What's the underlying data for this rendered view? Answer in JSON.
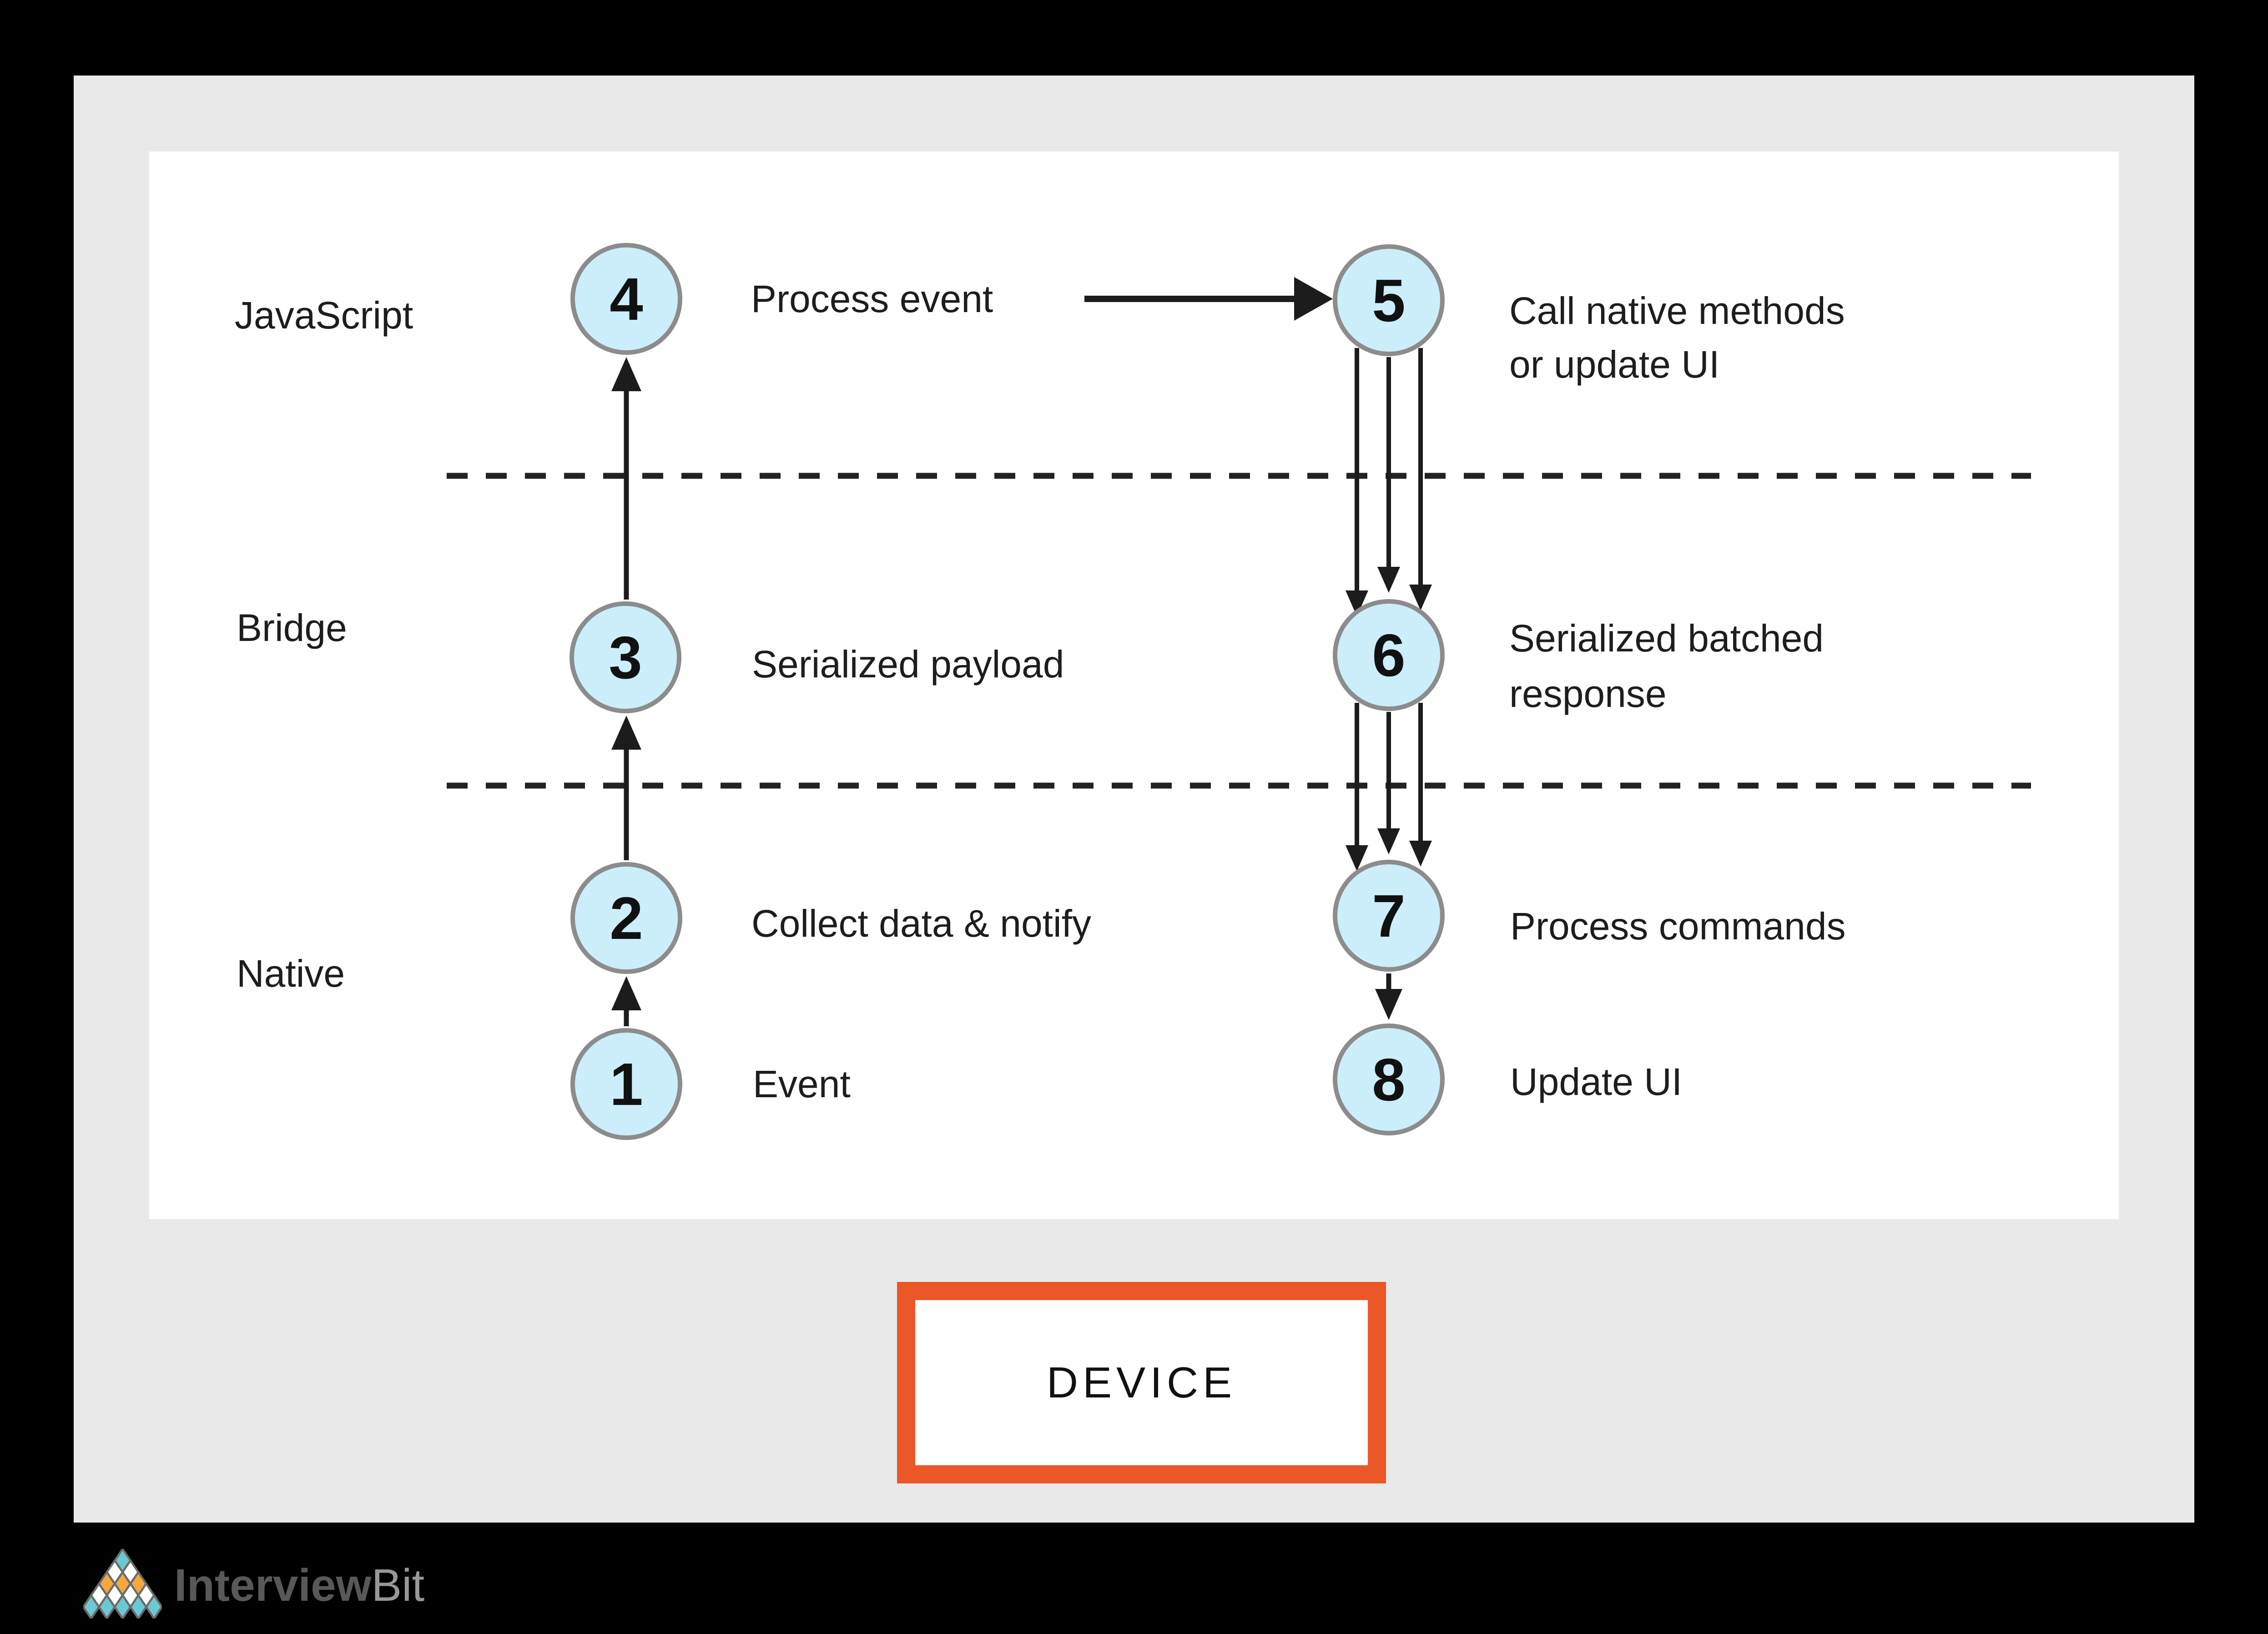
{
  "page": {
    "background": "#000000",
    "mat_color": "#E9E9E9",
    "panel_color": "#FFFFFF"
  },
  "diagram": {
    "lanes": [
      {
        "label": "JavaScript"
      },
      {
        "label": "Bridge"
      },
      {
        "label": "Native"
      }
    ],
    "nodes": {
      "n1": {
        "num": "1",
        "label": "Event"
      },
      "n2": {
        "num": "2",
        "label": "Collect data & notify"
      },
      "n3": {
        "num": "3",
        "label": "Serialized payload"
      },
      "n4": {
        "num": "4",
        "label": "Process event"
      },
      "n5": {
        "num": "5",
        "label_line1": "Call native methods",
        "label_line2": "or update UI"
      },
      "n6": {
        "num": "6",
        "label_line1": "Serialized batched",
        "label_line2": "response"
      },
      "n7": {
        "num": "7",
        "label": "Process commands"
      },
      "n8": {
        "num": "8",
        "label": "Update UI"
      }
    },
    "node_style": {
      "fill": "#CBEEFA",
      "stroke": "#8C8C8C"
    },
    "device": {
      "label": "DEVICE",
      "border_color": "#EB5726"
    }
  },
  "footer": {
    "logo": {
      "brand_part1": "Interview",
      "brand_part2": "Bit",
      "teal": "#6CC8D2",
      "orange": "#F4A83E",
      "diamond_outline": "#6A6A6A"
    }
  }
}
